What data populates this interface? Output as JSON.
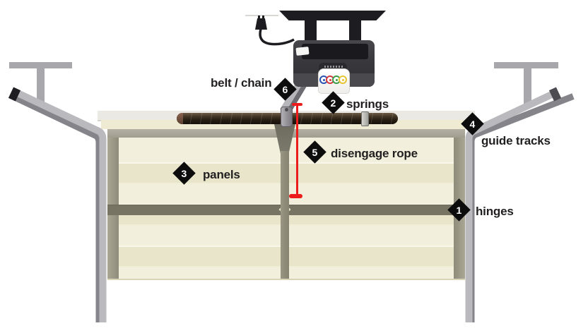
{
  "diagram": {
    "subject": "garage door opener parts diagram",
    "labels": [
      {
        "num": "1",
        "text": "hinges"
      },
      {
        "num": "2",
        "text": "springs"
      },
      {
        "num": "3",
        "text": "panels"
      },
      {
        "num": "4",
        "text": "guide tracks"
      },
      {
        "num": "5",
        "text": "disengage rope"
      },
      {
        "num": "6",
        "text": "belt / chain"
      }
    ],
    "opener_buttons": [
      "blue",
      "red",
      "green",
      "yellow"
    ],
    "colors": {
      "accent_red": "#ec1c1c",
      "label_diamond": "#0d0d0d",
      "label_text": "#211f20",
      "door_cream": "#efecd5",
      "frame_olive": "#9b9788",
      "mid_rail": "#787463",
      "track_gray": "#b8b7bb",
      "track_shadow": "#85848a",
      "spring_brown": "#3a2e1f",
      "motor_dark": "#39383d",
      "mount_black": "#1d1c20",
      "button_blue": "#2a52b0",
      "button_red": "#d4373c",
      "button_green": "#3a9c47",
      "button_yellow": "#e5c433"
    }
  }
}
